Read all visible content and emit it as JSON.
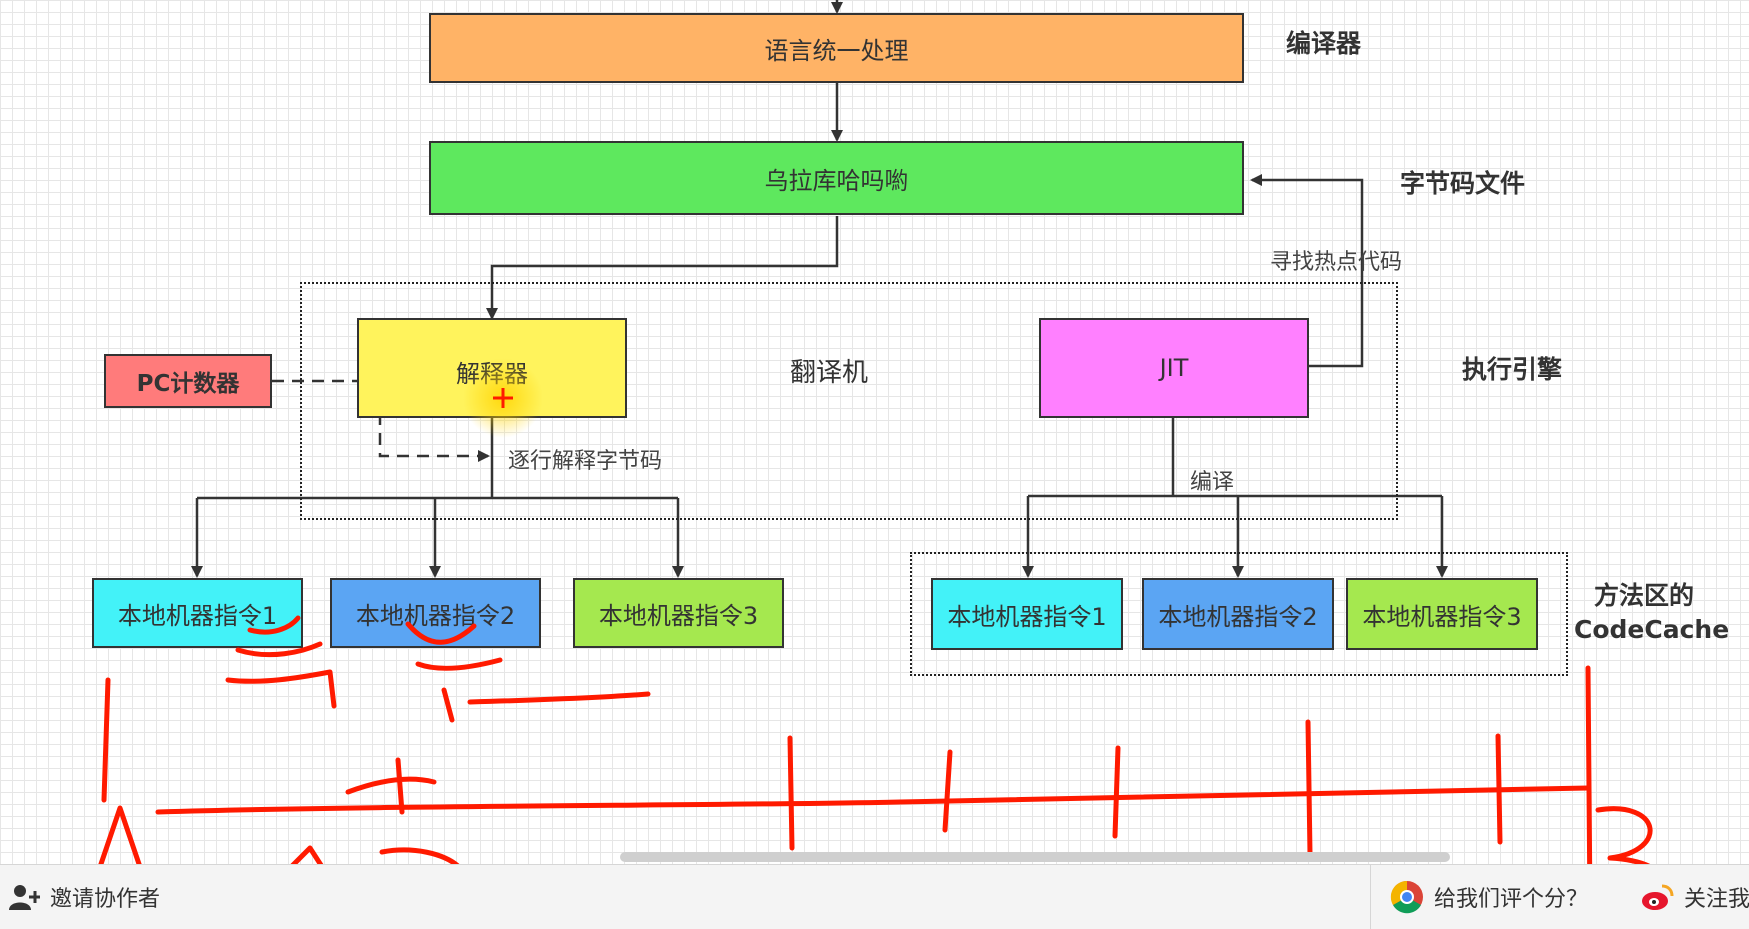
{
  "colors": {
    "orange": "#ffb366",
    "green": "#5ee85e",
    "yellow": "#fff35c",
    "pink": "#ff7b7b",
    "magenta": "#ff80ff",
    "cyan": "#43f2f8",
    "blue": "#5ba5f3",
    "lime": "#a5e84f",
    "annotation": "#ff1a00"
  },
  "nodes": {
    "unified": "语言统一处理",
    "bytecode": "乌拉库哈吗喲",
    "interpreter": "解释器",
    "pc_counter": "PC计数器",
    "jit": "JIT",
    "native_left": [
      "本地机器指令1",
      "本地机器指令2",
      "本地机器指令3"
    ],
    "native_right": [
      "本地机器指令1",
      "本地机器指令2",
      "本地机器指令3"
    ]
  },
  "labels": {
    "translator": "翻译机",
    "find_hot": "寻找热点代码",
    "line_by_line": "逐行解释字节码",
    "compile": "编译"
  },
  "side_labels": {
    "compiler": "编译器",
    "bytecode_file": "字节码文件",
    "engine": "执行引擎",
    "codecache_line1": "方法区的",
    "codecache_line2": "CodeCache"
  },
  "bottom_bar": {
    "invite": "邀请协作者",
    "rate": "给我们评个分？",
    "follow": "关注我"
  },
  "icons": {
    "invite": "add-user-icon",
    "rate": "chrome-icon",
    "follow": "weibo-icon"
  }
}
